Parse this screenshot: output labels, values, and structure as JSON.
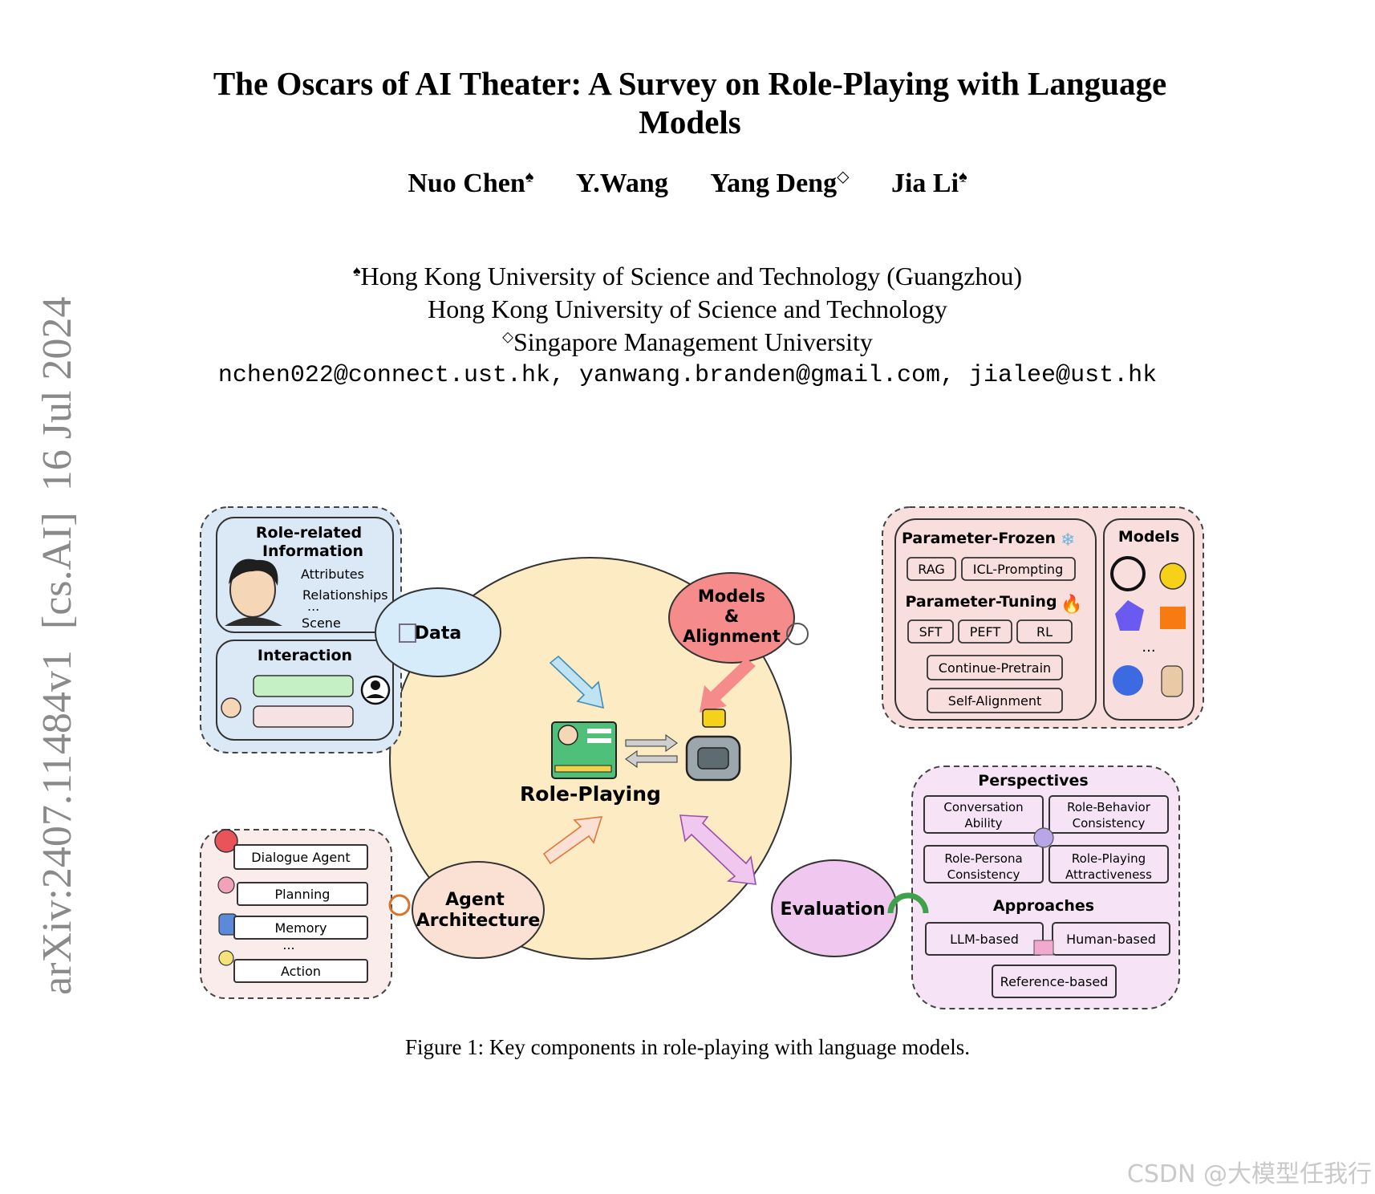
{
  "paper": {
    "title_line1": "The Oscars of AI Theater: A Survey on Role-Playing with Language",
    "title_line2": "Models",
    "authors": [
      {
        "name": "Nuo Chen",
        "mark": "♠"
      },
      {
        "name": "Y.Wang",
        "mark": ""
      },
      {
        "name": "Yang Deng",
        "mark": "◇"
      },
      {
        "name": "Jia Li",
        "mark": "♠"
      }
    ],
    "affiliations": [
      {
        "mark": "♠",
        "text": "Hong Kong University of Science and Technology (Guangzhou)"
      },
      {
        "mark": "",
        "text": "Hong Kong University of Science and Technology"
      },
      {
        "mark": "◇",
        "text": "Singapore Management University"
      }
    ],
    "emails": "nchen022@connect.ust.hk, yanwang.branden@gmail.com, jialee@ust.hk",
    "arxiv_stamp": "arXiv:2407.11484v1  [cs.AI]  16 Jul 2024",
    "caption": "Figure 1: Key components in role-playing with language models.",
    "watermark": "CSDN @大模型任我行"
  },
  "figure": {
    "center_label": "Role-Playing",
    "nodes": {
      "data": "Data",
      "models_line1": "Models",
      "models_line2": "&",
      "models_line3": "Alignment",
      "agent_line1": "Agent",
      "agent_line2": "Architecture",
      "evaluation": "Evaluation"
    },
    "data_panel": {
      "role_title_line1": "Role-related",
      "role_title_line2": "Information",
      "items": [
        "Attributes",
        "Relationships",
        "...",
        "Scene"
      ],
      "interaction_title": "Interaction"
    },
    "models_panel": {
      "frozen_title": "Parameter-Frozen",
      "frozen_items": [
        "RAG",
        "ICL-Prompting"
      ],
      "tuning_title": "Parameter-Tuning",
      "tuning_items": [
        "SFT",
        "PEFT",
        "RL"
      ],
      "extra_items": [
        "Continue-Pretrain",
        "Self-Alignment"
      ],
      "models_title": "Models",
      "models_ellipsis": "..."
    },
    "agent_panel": {
      "items": [
        "Dialogue Agent",
        "Planning",
        "Memory",
        "...",
        "Action"
      ]
    },
    "eval_panel": {
      "perspectives_title": "Perspectives",
      "perspectives": [
        {
          "line1": "Conversation",
          "line2": "Ability"
        },
        {
          "line1": "Role-Behavior",
          "line2": "Consistency"
        },
        {
          "line1": "Role-Persona",
          "line2": "Consistency"
        },
        {
          "line1": "Role-Playing",
          "line2": "Attractiveness"
        }
      ],
      "approaches_title": "Approaches",
      "approaches": [
        "LLM-based",
        "Human-based",
        "Reference-based"
      ]
    },
    "colors": {
      "data_panel": "#dbe9f7",
      "models_panel": "#f9dede",
      "agent_panel": "#fbecec",
      "eval_panel": "#f6e4f6",
      "center_circle": "#fdebc3",
      "data_node": "#d6ecfa",
      "models_node": "#f58b8b",
      "agent_node": "#fae1d4",
      "eval_node": "#efc7ef"
    }
  }
}
